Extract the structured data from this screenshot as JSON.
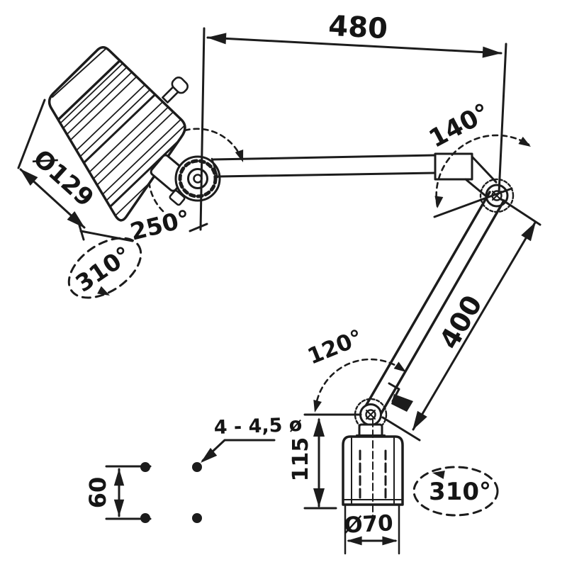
{
  "drawing": {
    "background": "#ffffff",
    "line_color": "#1c1c1c",
    "labels": {
      "upper_arm_length": "480",
      "elbow_swivel_angle": "140°",
      "head_diameter": "Ø129",
      "head_joint_angle": "250°",
      "head_rotation_angle": "310°",
      "lower_arm_length": "400",
      "base_joint_angle": "120°",
      "base_column_height": "115",
      "base_diameter": "Ø70",
      "base_rotation_angle": "310°",
      "mounting_hole_spacing": "60",
      "mounting_holes_note": "4 - 4,5 ø"
    }
  }
}
